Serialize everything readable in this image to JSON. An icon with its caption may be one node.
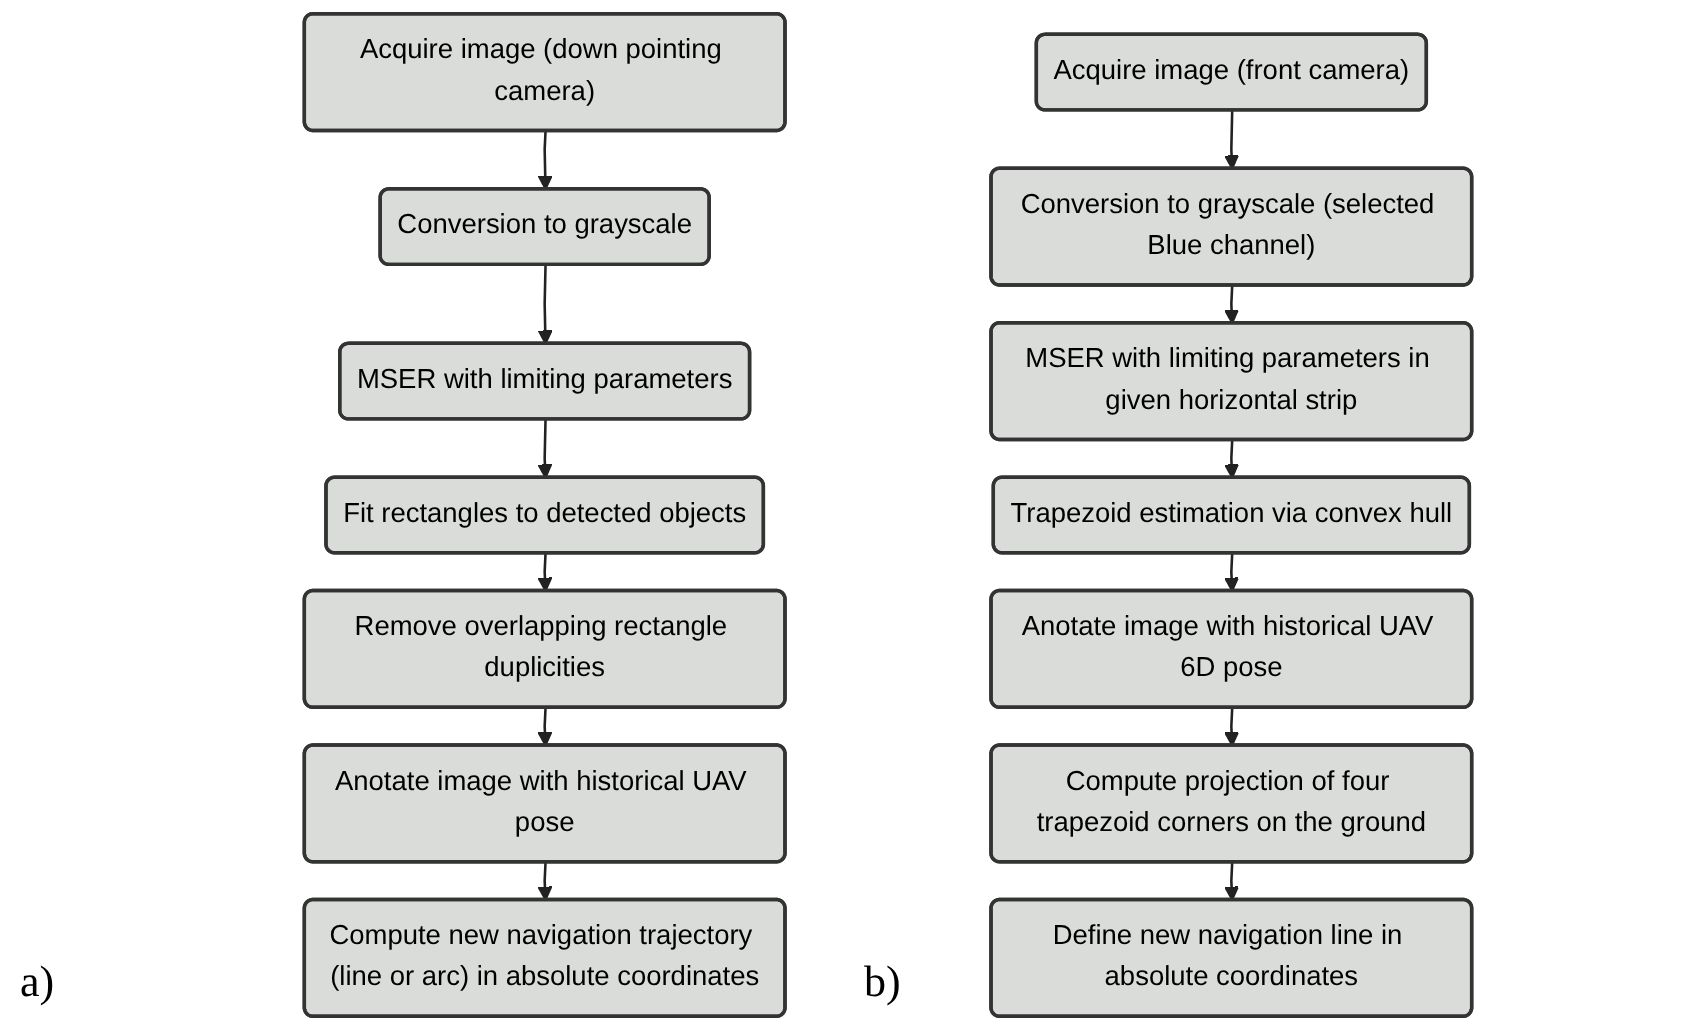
{
  "diagram": {
    "nodes": [
      {
        "text": [
          "Acquire image (down pointing camera)"
        ]
      },
      {
        "text": [
          "Conversion to grayscale"
        ]
      },
      {
        "text": [
          "MSER with limiting parameters"
        ]
      },
      {
        "text": [
          "Fit rectangles to detected objects"
        ]
      },
      {
        "text": [
          "Remove overlapping rectangle duplicities"
        ]
      },
      {
        "text": [
          "Anotate image with historical UAV pose"
        ]
      },
      {
        "text": [
          "Compute new navigation trajectory (line or arc) in absolute coordinates"
        ]
      },
      {
        "text": [
          "Acquire image (front camera)"
        ]
      },
      {
        "text": [
          "Conversion to grayscale (selected Blue channel)"
        ]
      },
      {
        "text": [
          "MSER with limiting parameters in given horizontal strip"
        ]
      },
      {
        "text": [
          "Trapezoid estimation via convex hull"
        ]
      },
      {
        "text": [
          "Anotate image with historical UAV 6D pose"
        ]
      },
      {
        "text": [
          "Compute projection of four trapezoid corners on the ground"
        ]
      },
      {
        "text": [
          "Define new navigation line in absolute coordinates"
        ]
      }
    ],
    "edges": [
      {
        "from": 0,
        "to": 1,
        "arrow": "to"
      },
      {
        "from": 1,
        "to": 2,
        "arrow": "to"
      },
      {
        "from": 2,
        "to": 3,
        "arrow": "to"
      },
      {
        "from": 3,
        "to": 4,
        "arrow": "to"
      },
      {
        "from": 4,
        "to": 5,
        "arrow": "to"
      },
      {
        "from": 5,
        "to": 6,
        "arrow": "to"
      },
      {
        "from": 7,
        "to": 8,
        "arrow": "to"
      },
      {
        "from": 8,
        "to": 9,
        "arrow": "to"
      },
      {
        "from": 9,
        "to": 10,
        "arrow": "to"
      },
      {
        "from": 10,
        "to": 11,
        "arrow": "to"
      },
      {
        "from": 11,
        "to": 12,
        "arrow": "to"
      },
      {
        "from": 12,
        "to": 13,
        "arrow": "to"
      }
    ],
    "labels": [
      "a)",
      "b)"
    ]
  }
}
